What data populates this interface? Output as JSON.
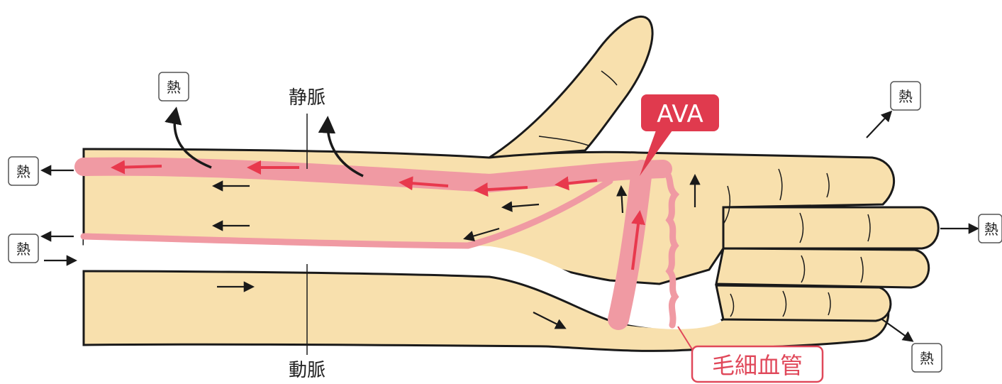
{
  "labels": {
    "heat": "熱",
    "vein": "静脈",
    "artery": "動脈",
    "ava": "AVA",
    "capillary": "毛細血管"
  },
  "colors": {
    "skin": "#f8e0ad",
    "outline": "#1a1a1a",
    "vein": "#f09aa3",
    "flow_arrow": "#e8394d",
    "ava_badge": "#e03a4e",
    "capillary_text": "#e0485a"
  }
}
